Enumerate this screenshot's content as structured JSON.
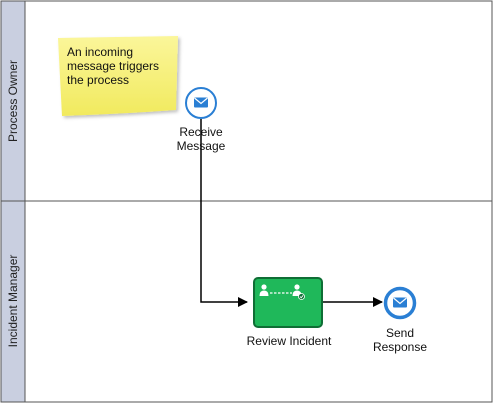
{
  "pool": {
    "lanes": [
      {
        "label": "Process Owner"
      },
      {
        "label": "Incident Manager"
      }
    ]
  },
  "annotation": {
    "lines": [
      "An incoming",
      "message triggers",
      "the process"
    ],
    "color": "#f7f07a"
  },
  "start_event": {
    "type": "message-start-event",
    "lines": [
      "Receive",
      "Message"
    ],
    "color": "#2a7fd4"
  },
  "task": {
    "type": "user-task",
    "label": "Review Incident",
    "color": "#1fb85a"
  },
  "end_event": {
    "type": "message-end-event",
    "lines": [
      "Send",
      "Response"
    ],
    "color": "#2a7fd4"
  },
  "icons": {
    "envelope": "envelope-icon",
    "task_users": "user-handoff-icon"
  }
}
